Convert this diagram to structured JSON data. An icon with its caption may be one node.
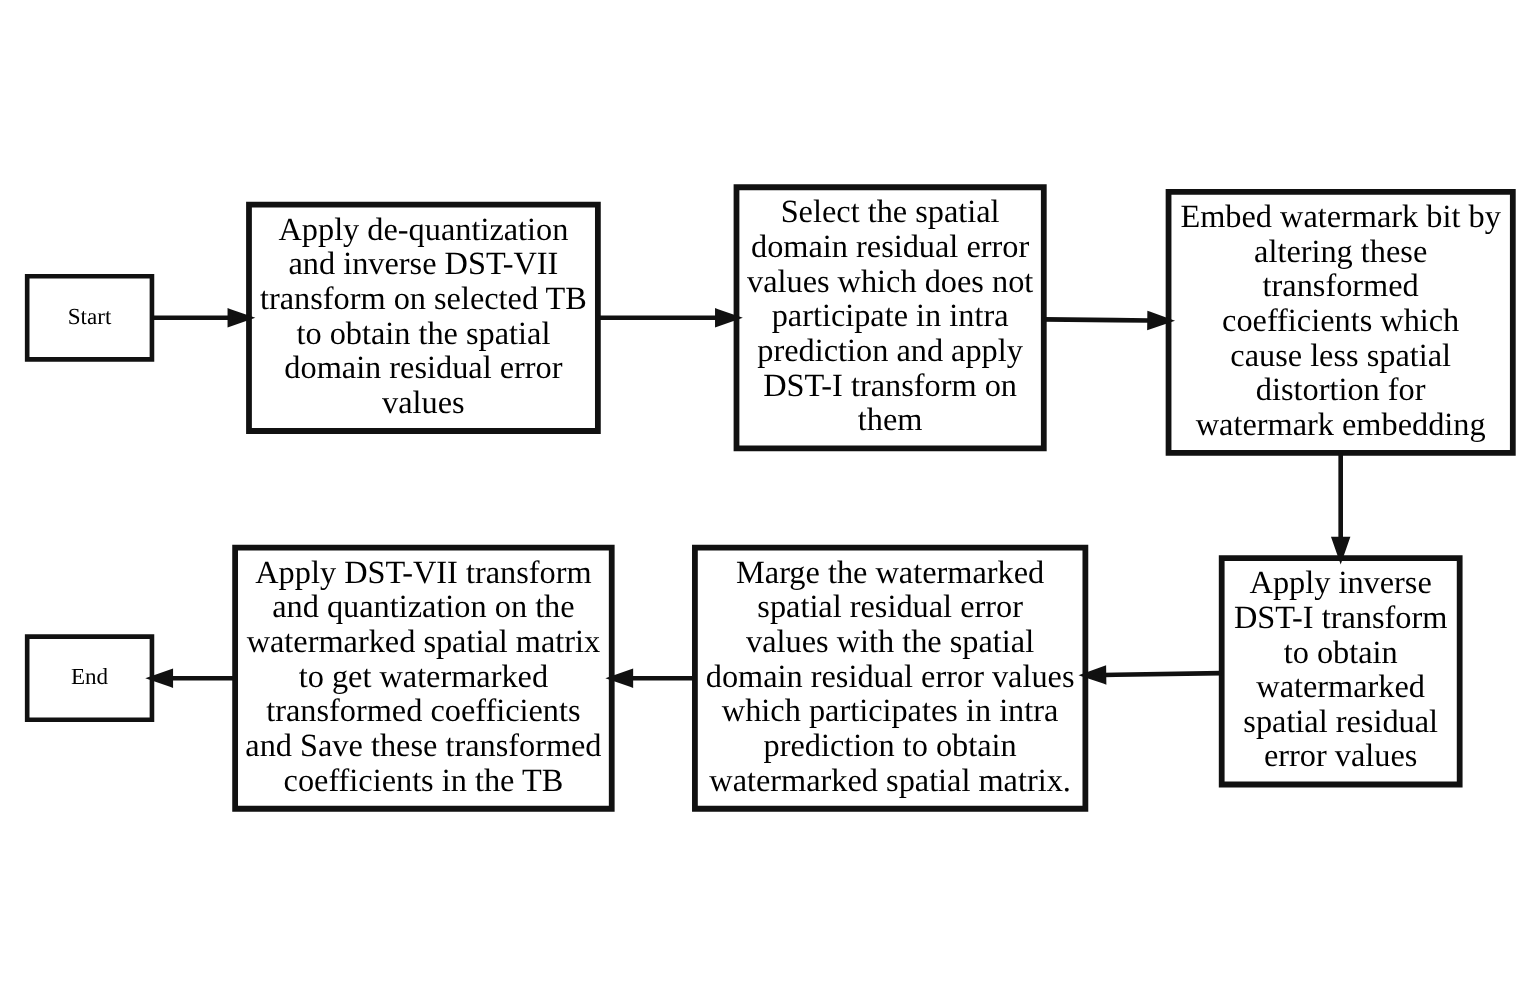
{
  "diagram": {
    "nodes": [
      {
        "text": [
          "Start"
        ]
      },
      {
        "text": [
          "Apply de-quantization and inverse DST-VII transform on selected TB to obtain the spatial domain residual error values"
        ]
      },
      {
        "text": [
          "Select the spatial domain residual error values which does not participate in intra prediction and apply DST-I transform on them"
        ]
      },
      {
        "text": [
          "Embed watermark bit by altering these transformed coefficients which cause less spatial distortion for watermark embedding"
        ]
      },
      {
        "text": [
          "Apply inverse DST-I transform to obtain watermarked spatial residual error values"
        ]
      },
      {
        "text": [
          "Marge the watermarked spatial residual error values with the spatial domain residual error values which participates in intra prediction to obtain watermarked spatial matrix."
        ]
      },
      {
        "text": [
          "Apply DST-VII transform and quantization on the watermarked spatial matrix to get watermarked transformed coefficients and Save these transformed coefficients in the TB"
        ]
      },
      {
        "text": [
          "End"
        ]
      }
    ],
    "edges": [
      {
        "from": 0,
        "to": 1,
        "arrow": "to"
      },
      {
        "from": 1,
        "to": 2,
        "arrow": "to"
      },
      {
        "from": 2,
        "to": 3,
        "arrow": "to"
      },
      {
        "from": 3,
        "to": 4,
        "arrow": "to"
      },
      {
        "from": 4,
        "to": 5,
        "arrow": "to"
      },
      {
        "from": 5,
        "to": 6,
        "arrow": "to"
      },
      {
        "from": 6,
        "to": 7,
        "arrow": "to"
      }
    ]
  }
}
